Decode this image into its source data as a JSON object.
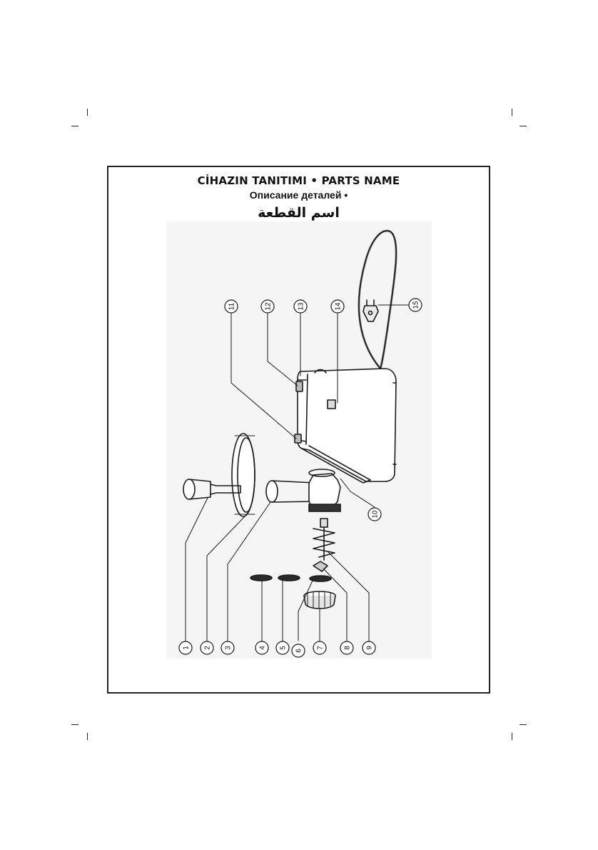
{
  "header": {
    "title_line1": "CİHAZIN TANITIMI • PARTS NAME",
    "title_line2": "Описание деталей •",
    "title_line3": "اسم القطعة"
  },
  "diagram": {
    "part_numbers": [
      "1",
      "2",
      "3",
      "4",
      "5",
      "6",
      "7",
      "8",
      "9",
      "10",
      "11",
      "12",
      "13",
      "14",
      "15"
    ]
  }
}
